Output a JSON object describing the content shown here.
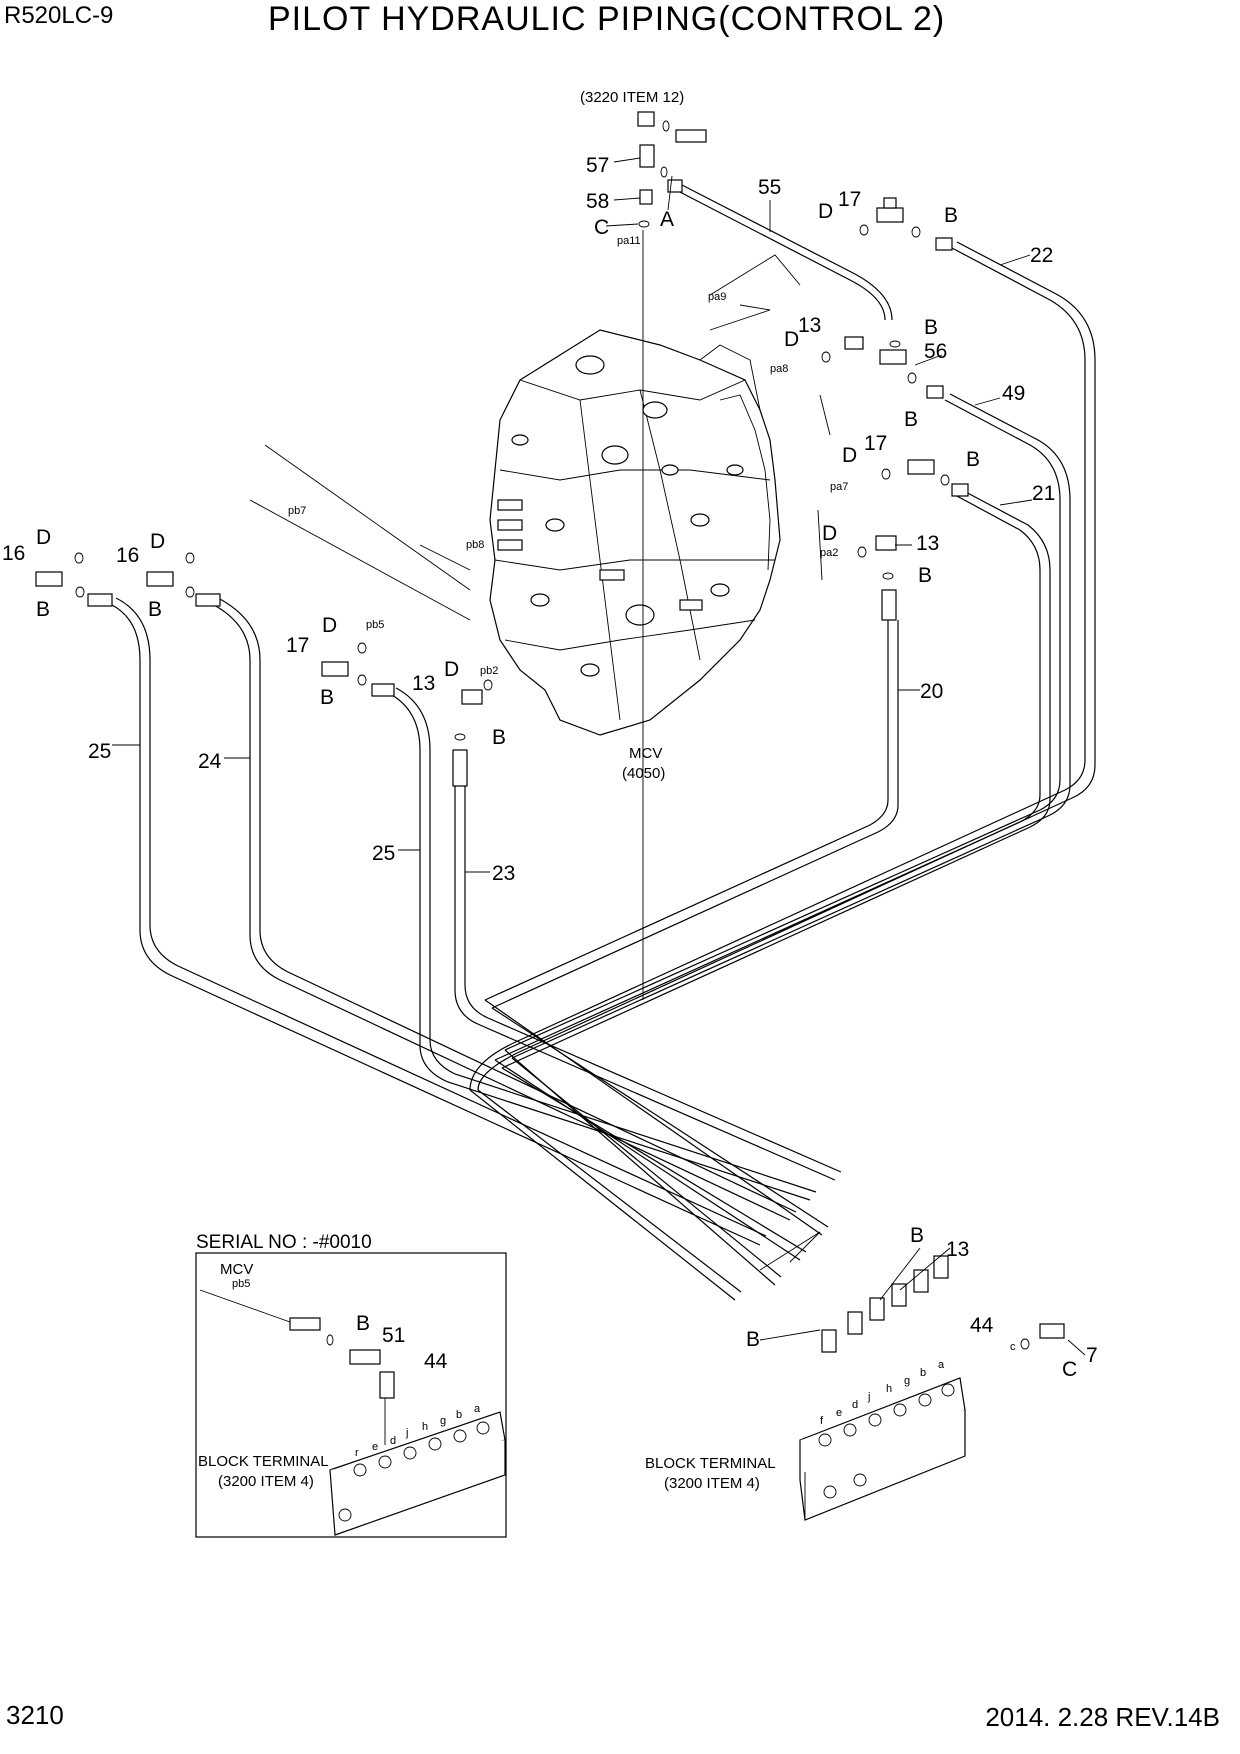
{
  "header": {
    "model": "R520LC-9",
    "title": "PILOT HYDRAULIC PIPING(CONTROL 2)"
  },
  "footer": {
    "page_number": "3210",
    "date_revision": "2014. 2.28  REV.14B"
  },
  "references": {
    "top_ref": "(3220 ITEM 12)",
    "mcv_label": "MCV",
    "mcv_ref": "(4050)",
    "block_terminal_label": "BLOCK TERMINAL",
    "block_terminal_ref": "(3200 ITEM 4)"
  },
  "callouts": {
    "n57": "57",
    "n58": "58",
    "n55": "55",
    "n17": "17",
    "n22": "22",
    "n13": "13",
    "n56": "56",
    "n49": "49",
    "n21": "21",
    "n20": "20",
    "n16": "16",
    "n25": "25",
    "n24": "24",
    "n23": "23",
    "n44": "44",
    "n7": "7",
    "n51": "51"
  },
  "letters": {
    "A": "A",
    "B": "B",
    "C": "C",
    "D": "D"
  },
  "ports": {
    "pa11": "pa11",
    "pa9": "pa9",
    "pa8": "pa8",
    "pa7": "pa7",
    "pa2": "pa2",
    "pb7": "pb7",
    "pb8": "pb8",
    "pb5": "pb5",
    "pb2": "pb2"
  },
  "terminal_letters": [
    "f",
    "e",
    "d",
    "j",
    "h",
    "g",
    "b",
    "a",
    "c"
  ],
  "inset": {
    "serial": "SERIAL NO : -#0010",
    "mcv_label": "MCV",
    "port": "pb5",
    "block_terminal_label": "BLOCK TERMINAL",
    "block_terminal_ref": "(3200 ITEM 4)",
    "terminal_letters": [
      "r",
      "e",
      "d",
      "j",
      "h",
      "g",
      "b",
      "a"
    ]
  }
}
